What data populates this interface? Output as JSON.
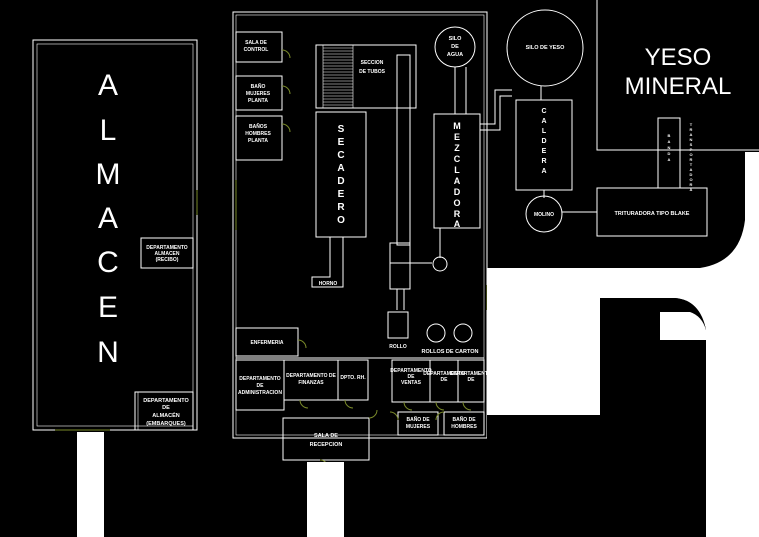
{
  "title": "Plano de planta - Fabrica de placas de yeso",
  "colors": {
    "background": "#000000",
    "lines": "#ffffff",
    "doors": "#7a8a2a"
  },
  "rooms": {
    "almacen": "ALMACEN",
    "almacen_letters": [
      "A",
      "L",
      "M",
      "A",
      "C",
      "E",
      "N"
    ],
    "depto_almacen_recibo": [
      "DEPARTAMENTO",
      "ALMACEN",
      "(RECIBO)"
    ],
    "depto_almacen_embarques": [
      "DEPARTAMENTO",
      "DE",
      "ALMACÉN",
      "(EMBARQUES)"
    ],
    "sala_control": [
      "SALA DE",
      "CONTROL"
    ],
    "bano_mujeres": [
      "BAÑO",
      "MUJERES",
      "PLANTA"
    ],
    "banos_hombres": [
      "BAÑOS",
      "HOMBRES",
      "PLANTA"
    ],
    "secadero": "SECADERO",
    "secadero_letters": [
      "S",
      "E",
      "C",
      "A",
      "D",
      "E",
      "R",
      "O"
    ],
    "mezcladora": "MEZCLADORA",
    "mezcladora_letters": [
      "M",
      "E",
      "Z",
      "C",
      "L",
      "A",
      "D",
      "O",
      "R",
      "A"
    ],
    "seccion_tubos": [
      "SECCION",
      "DE TUBOS"
    ],
    "silo_agua": [
      "SILO",
      "DE",
      "AGUA"
    ],
    "silo_yeso": "SILO DE YESO",
    "caldera": "CALDERA",
    "caldera_letters": [
      "C",
      "A",
      "L",
      "D",
      "E",
      "R",
      "A"
    ],
    "yeso_mineral": [
      "YESO",
      "MINERAL"
    ],
    "banda": "BANDA",
    "banda_letters": [
      "B",
      "A",
      "N",
      "D",
      "A"
    ],
    "transportadora": "TRANSPORTADORA",
    "transportadora_letters": [
      "T",
      "R",
      "A",
      "N",
      "S",
      "P",
      "O",
      "R",
      "T",
      "A",
      "D",
      "O",
      "R",
      "A"
    ],
    "molino": "MOLINO",
    "trituradora": "TRITURADORA TIPO BLAKE",
    "horno": "HORNO",
    "rollo": "ROLLO",
    "rollos_carton": "ROLLOS DE CARTON",
    "enfermeria": "ENFERMERIA",
    "depto_administracion": [
      "DEPARTAMENTO",
      "DE",
      "ADMINISTRACION"
    ],
    "depto_finanzas": [
      "DEPARTAMENTO DE",
      "FINANZAS"
    ],
    "rh": "DPTO. RH.",
    "depto_ventas": [
      "DEPARTAMENTO",
      "DE",
      "VENTAS"
    ],
    "depto_a": [
      "DEPARTAMENTO",
      "DE"
    ],
    "depto_b": [
      "DEPARTAMENTO",
      "DE"
    ],
    "bano_mujeres_of": [
      "BAÑO DE",
      "MUJERES"
    ],
    "bano_hombres_of": [
      "BAÑO DE",
      "HOMBRES"
    ],
    "sala_recepcion": [
      "SALA DE",
      "RECEPCION"
    ]
  }
}
